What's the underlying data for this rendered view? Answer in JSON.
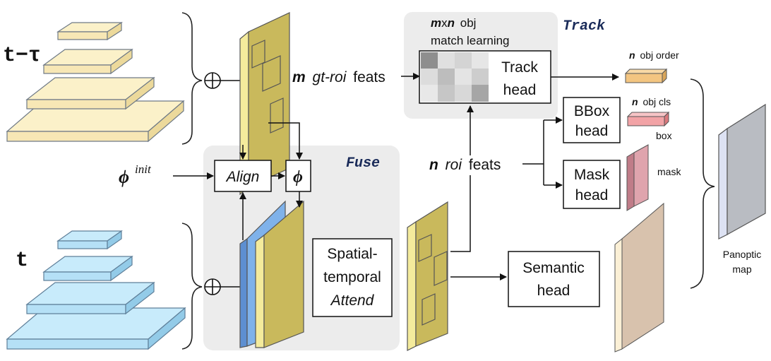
{
  "inputs": {
    "prev_frame": "t−τ",
    "curr_frame": "t"
  },
  "operators": {
    "sum": "⊕",
    "phi": "ϕ",
    "phi_init_symbol": "ϕ",
    "phi_init_sup": "init"
  },
  "regions": {
    "track": "Track",
    "fuse": "Fuse"
  },
  "boxes": {
    "align": "Align",
    "track_head_1": "Track",
    "track_head_2": "head",
    "bbox_head_1": "BBox",
    "bbox_head_2": "head",
    "mask_head_1": "Mask",
    "mask_head_2": "head",
    "semantic_head_1": "Semantic",
    "semantic_head_2": "head",
    "attend_1": "Spatial-",
    "attend_2": "temporal",
    "attend_3": "Attend"
  },
  "labels": {
    "gt_roi_m": "m",
    "gt_roi_rest": "gt-roi",
    "gt_roi_feats": "feats",
    "roi_n": "n",
    "roi_rest": "roi",
    "roi_feats": "feats",
    "match_m": "m",
    "match_x": "x",
    "match_n": "n",
    "match_obj": "obj",
    "match_learning": "match learning",
    "order_n": "n",
    "order_rest": "obj order",
    "cls_n": "n",
    "cls_rest": "obj cls",
    "box": "box",
    "mask": "mask",
    "panoptic_1": "Panoptic",
    "panoptic_2": "map"
  },
  "colors": {
    "prev_pyramid": "#fbf1c9",
    "curr_pyramid": "#c8ebfb",
    "feature_map": "#c9b95c",
    "feature_edge": "#f4eb9c",
    "curr_feature_blue": "#7fb2ea",
    "panel_gray": "#ececec",
    "order_vector": "#f3c581",
    "cls_vector": "#f2a3a6",
    "mask_map": "#dfa4ad",
    "semantic_map": "#d8c2ad",
    "panoptic_map": "#b9bcc2",
    "region_title": "#1a2b59"
  }
}
